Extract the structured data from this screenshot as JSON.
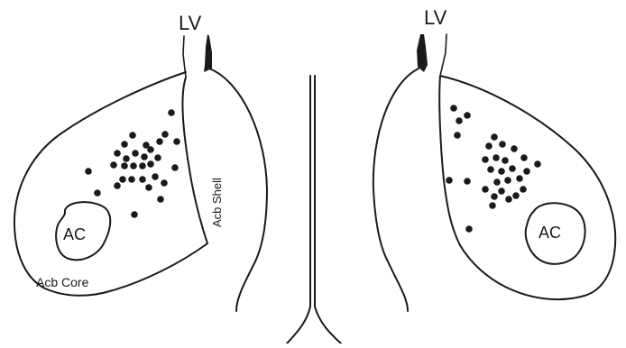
{
  "labels": {
    "left_lv": "LV",
    "right_lv": "LV",
    "left_ac": "AC",
    "right_ac": "AC",
    "acb_core": "Acb Core",
    "acb_shell": "Acb Shell"
  },
  "colors": {
    "ink": "#1a1a1a",
    "background": "#ffffff"
  },
  "marks": {
    "left_dot_count": 30,
    "right_dot_count": 30
  }
}
